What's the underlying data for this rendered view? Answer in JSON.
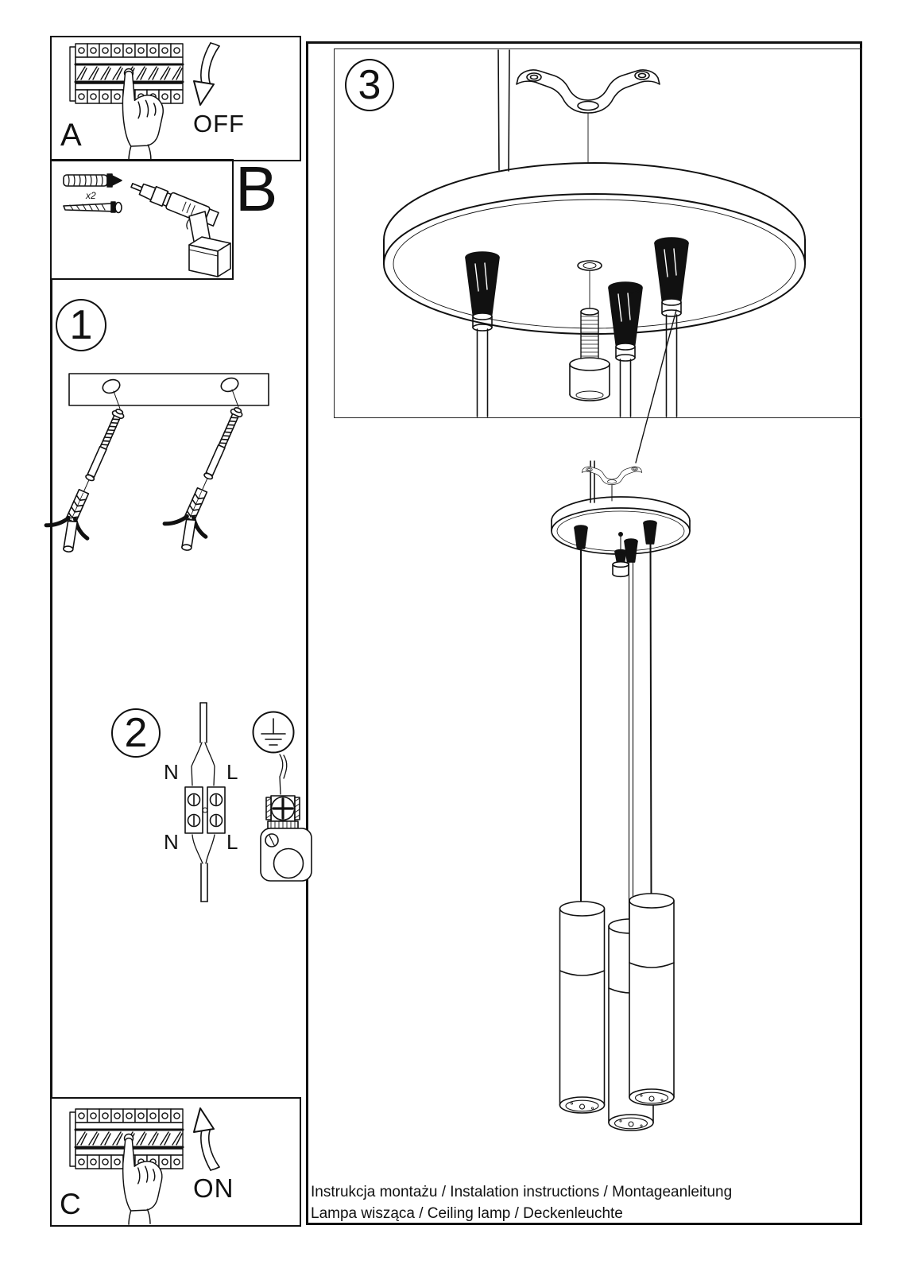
{
  "document_type": "lamp-installation-instruction-sheet",
  "labels": {
    "step_a": "A",
    "step_b": "B",
    "step_c": "C",
    "power_off": "OFF",
    "power_on": "ON",
    "step_1": "1",
    "step_2": "2",
    "step_3": "3",
    "anchor_quantity": "x2"
  },
  "wiring": {
    "top_left": "N",
    "top_right": "L",
    "bottom_left": "N",
    "bottom_right": "L"
  },
  "caption": {
    "line1": "Instrukcja montażu / Instalation instructions / Montageanleitung",
    "line2": "Lampa wisząca / Ceiling lamp / Deckenleuchte"
  },
  "colors": {
    "ink": "#111111",
    "paper": "#ffffff"
  },
  "icons": {
    "breaker": "circuit-breaker-panel-icon",
    "hand": "pressing-hand-icon",
    "arrow_off": "curved-arrow-down-icon",
    "arrow_on": "curved-arrow-up-icon",
    "anchor": "wall-plug-icon",
    "screw": "screw-icon",
    "drill": "drill-icon",
    "bracket": "ceiling-bracket-icon",
    "ground": "earth-ground-symbol-icon",
    "terminal": "terminal-block-icon",
    "canopy": "ceiling-canopy-illustration",
    "pendant": "pendant-tubes-illustration"
  }
}
